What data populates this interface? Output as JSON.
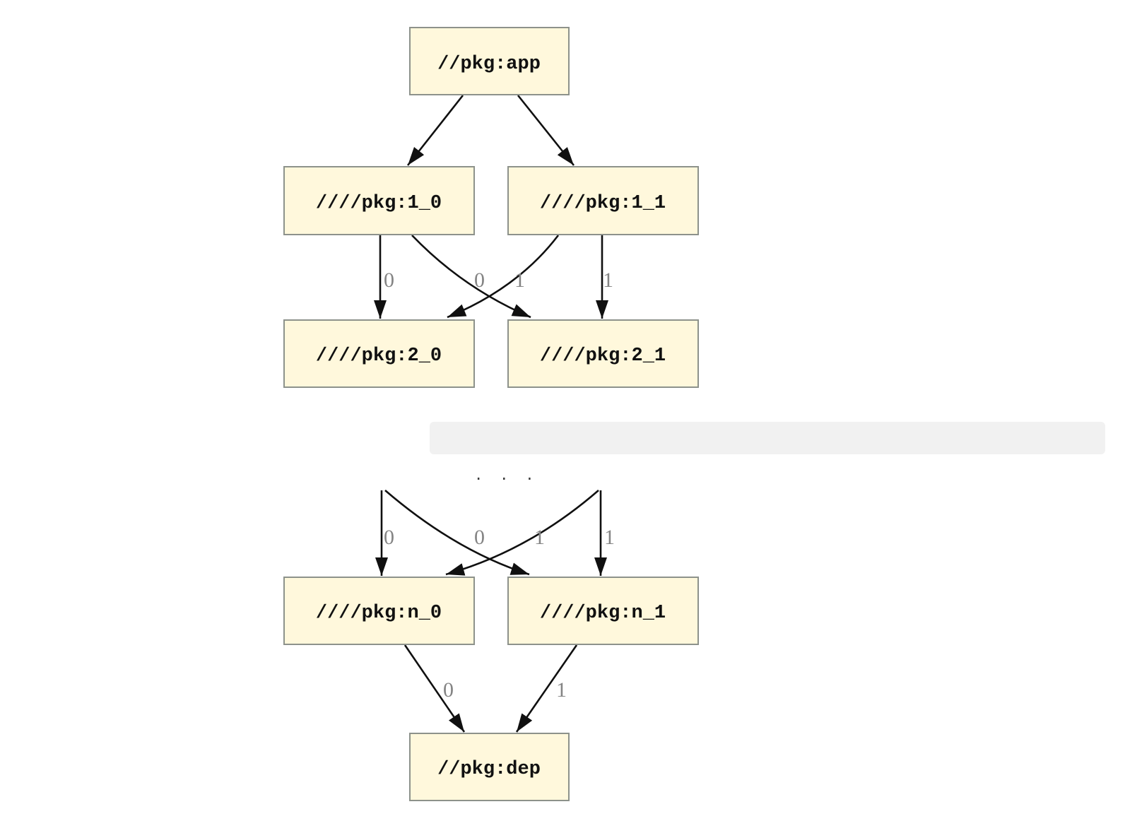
{
  "nodes": {
    "app": "//pkg:app",
    "t1_0": "////pkg:1_0",
    "t1_1": "////pkg:1_1",
    "t2_0": "////pkg:2_0",
    "t2_1": "////pkg:2_1",
    "tn_0": "////pkg:n_0",
    "tn_1": "////pkg:n_1",
    "dep": "//pkg:dep"
  },
  "edge_labels": {
    "tier1": [
      "0",
      "0",
      "1",
      "1"
    ],
    "tier2": [
      "0",
      "0",
      "1",
      "1"
    ],
    "dep": [
      "0",
      "1"
    ]
  },
  "ellipsis": {
    "text": ".  .  ."
  },
  "colors": {
    "node_fill": "#fff8dc",
    "node_border": "#8d928b",
    "edge": "#101010",
    "edge_label": "#848484",
    "ellipsis_bg": "#f1f1f1",
    "ellipsis_text": "#3a3a3a"
  }
}
